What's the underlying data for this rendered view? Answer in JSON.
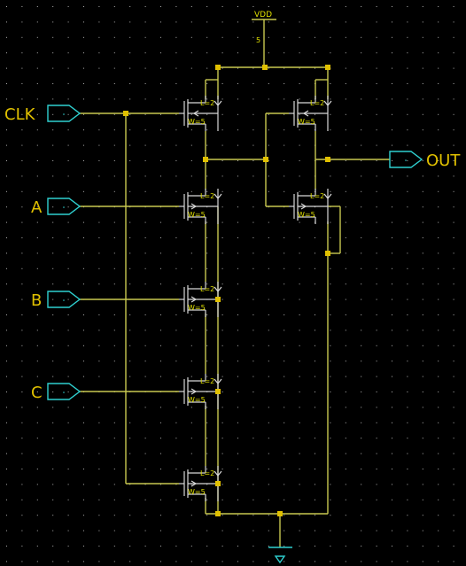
{
  "colors": {
    "background": "#000000",
    "grid_dot": "#b0b0b0",
    "wire": "#c8c850",
    "node": "#e0c000",
    "device": "#d8d8d8",
    "port": "#2fd0d0",
    "label": "#e0c000"
  },
  "supply": {
    "name": "VDD",
    "value": "5"
  },
  "ports": {
    "clk": "CLK",
    "a": "A",
    "b": "B",
    "c": "C",
    "out": "OUT"
  },
  "transistor_label": {
    "length": "L=2",
    "width": "W=5"
  },
  "transistors": [
    {
      "id": "pmos-clk-precharge",
      "kind": "pmos",
      "gate": "CLK"
    },
    {
      "id": "pmos-keeper",
      "kind": "pmos",
      "gate": "dyn"
    },
    {
      "id": "nmos-a",
      "kind": "nmos",
      "gate": "A"
    },
    {
      "id": "nmos-inv",
      "kind": "nmos",
      "gate": "dyn"
    },
    {
      "id": "nmos-b",
      "kind": "nmos",
      "gate": "B"
    },
    {
      "id": "nmos-c",
      "kind": "nmos",
      "gate": "C"
    },
    {
      "id": "nmos-clk-foot",
      "kind": "nmos",
      "gate": "CLK"
    }
  ],
  "ground": {
    "icon": "ground-icon"
  }
}
